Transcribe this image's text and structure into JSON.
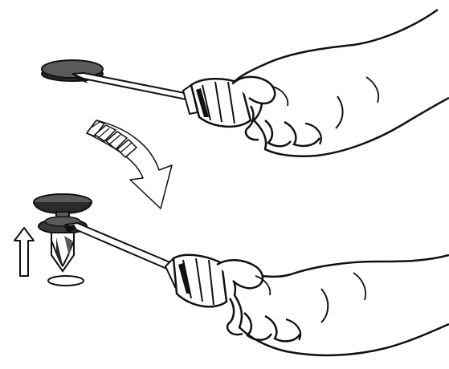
{
  "illustration": {
    "steps": [
      {
        "id": "step-1",
        "action": "pry-under-clip-head",
        "tool": "flat-screwdriver"
      },
      {
        "id": "step-2",
        "action": "lift-clip-out",
        "tool": "flat-screwdriver"
      }
    ],
    "transition": {
      "icon": "curved-arrow-icon"
    },
    "direction_indicator": {
      "icon": "up-arrow-icon"
    },
    "colors": {
      "line": "#111111",
      "fill": "#ffffff",
      "clip_fill": "#5a5a5a",
      "clip_dark": "#2a2a2a",
      "shade": "#3a3a3a"
    }
  }
}
